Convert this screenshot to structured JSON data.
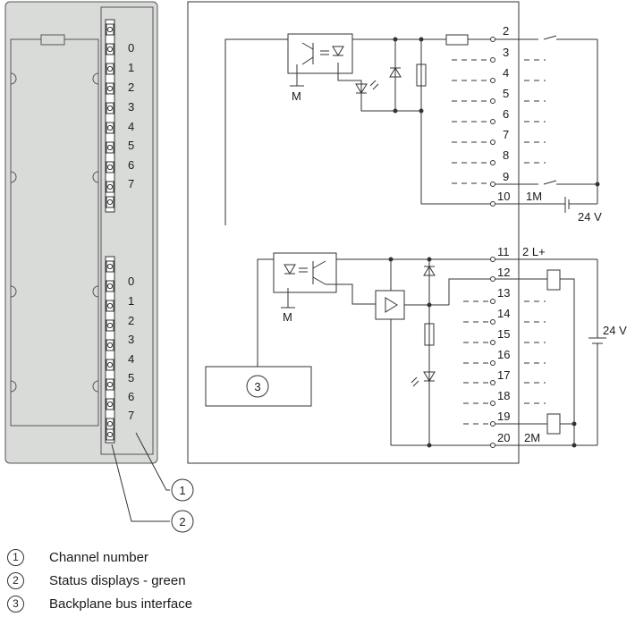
{
  "module": {
    "channels_group1": [
      "0",
      "1",
      "2",
      "3",
      "4",
      "5",
      "6",
      "7"
    ],
    "channels_group2": [
      "0",
      "1",
      "2",
      "3",
      "4",
      "5",
      "6",
      "7"
    ]
  },
  "diagram": {
    "callout_1": "1",
    "callout_2": "2",
    "bus_interface_label": "3",
    "ground_label_input": "M",
    "ground_label_output": "M",
    "input_terminals": [
      "2",
      "3",
      "4",
      "5",
      "6",
      "7",
      "8",
      "9",
      "10"
    ],
    "output_terminals": [
      "11",
      "12",
      "13",
      "14",
      "15",
      "16",
      "17",
      "18",
      "19",
      "20"
    ],
    "label_1M": "1M",
    "label_2Lplus": "2 L+",
    "label_2M": "2M",
    "supply_input": "24 V",
    "supply_output": "24 V"
  },
  "legend": [
    {
      "num": "1",
      "text": "Channel number"
    },
    {
      "num": "2",
      "text": "Status displays - green"
    },
    {
      "num": "3",
      "text": "Backplane bus interface"
    }
  ]
}
